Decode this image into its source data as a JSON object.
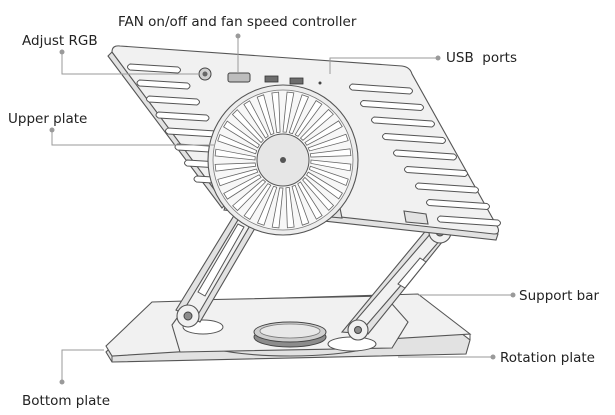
{
  "labels": {
    "adjust_rgb": "Adjust RGB",
    "fan_controller": "FAN on/off and fan speed controller",
    "usb_ports": "USB  ports",
    "upper_plate": "Upper plate",
    "support_bar": "Support bar",
    "rotation_plate": "Rotation plate",
    "bottom_plate": "Bottom plate"
  },
  "fan": {
    "blade_count": 28
  },
  "slots": {
    "left_count": 8,
    "right_count": 9
  }
}
